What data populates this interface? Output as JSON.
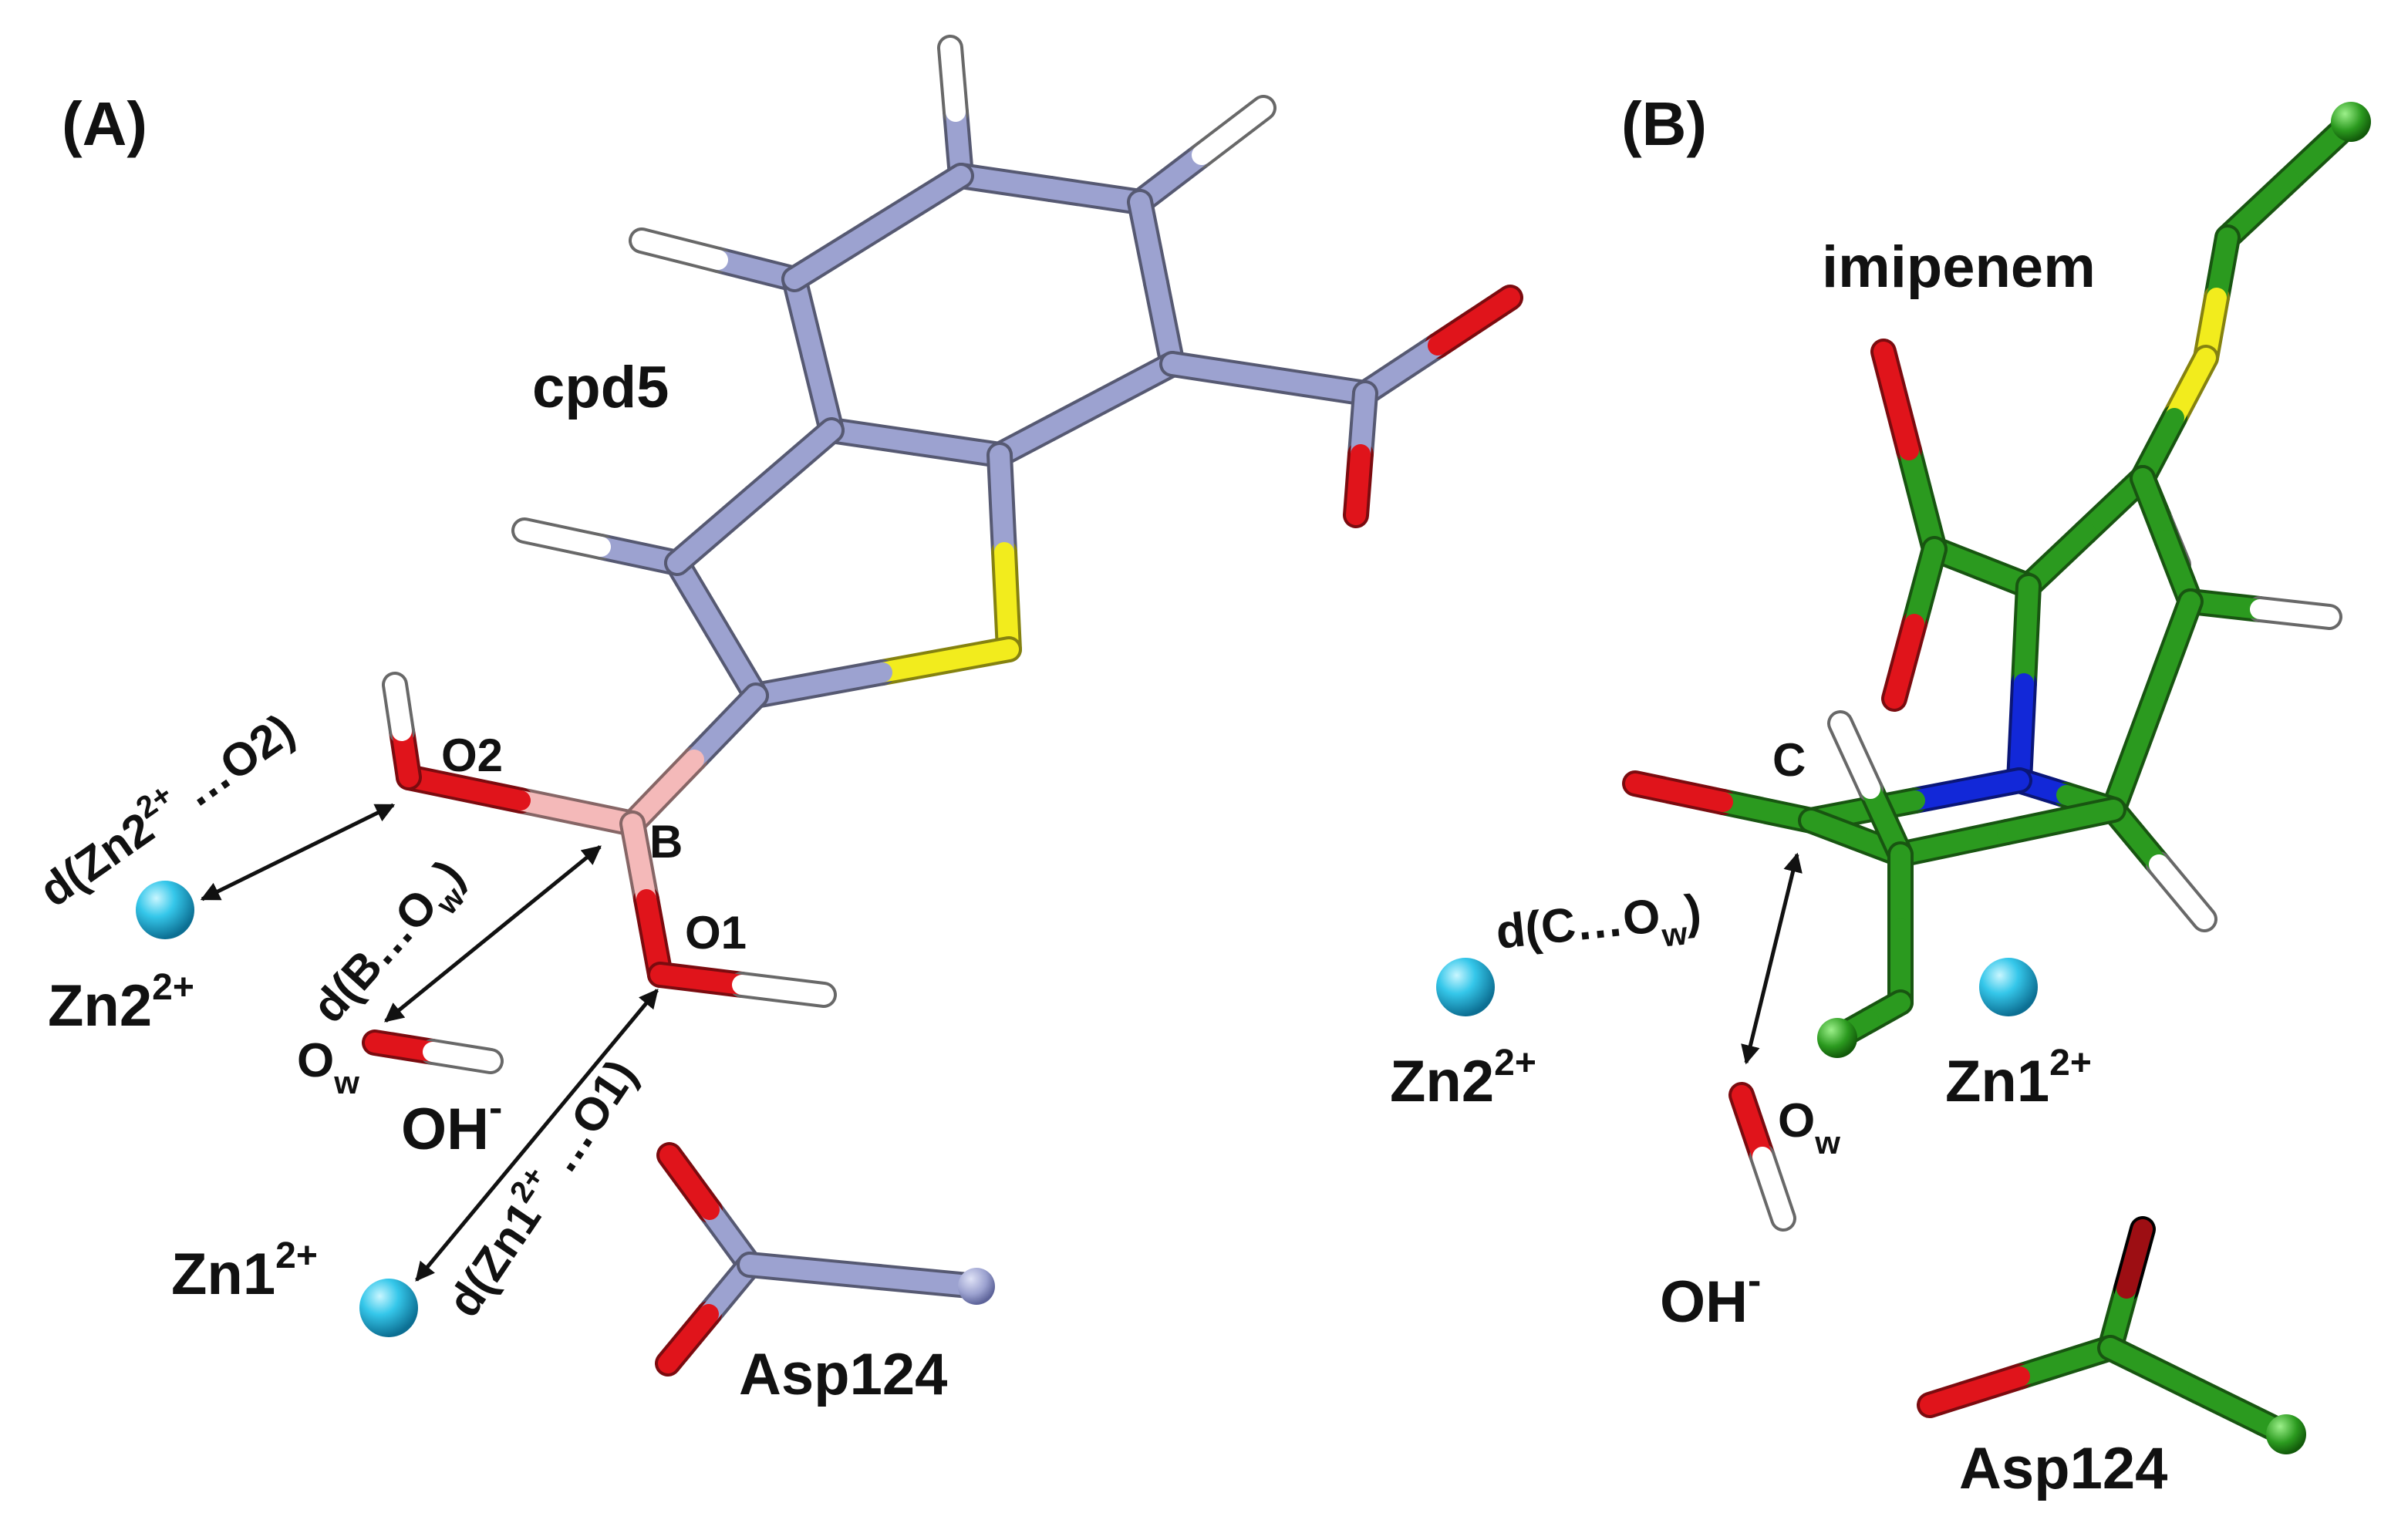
{
  "panels": {
    "A": {
      "panel_label": "(A)",
      "molecule_label": "cpd5",
      "atom_labels": {
        "o2": "O2",
        "b": "B",
        "o1": "O1",
        "ow": "O",
        "ow_sub": "w"
      },
      "ion_labels": {
        "zn2": "Zn2",
        "zn1": "Zn1",
        "charge": "2+",
        "oh": "OH",
        "oh_charge": "-"
      },
      "residue_label": "Asp124",
      "distances": {
        "zn2_o2": {
          "pre": "d(Zn2",
          "sup": "2+",
          "post": " …O2)"
        },
        "b_ow": {
          "pre": "d(B…O",
          "sub": "w",
          "post": ")"
        },
        "zn1_o1": {
          "pre": "d(Zn1",
          "sup": "2+",
          "post": " …O1)"
        }
      }
    },
    "B": {
      "panel_label": "(B)",
      "molecule_label": "imipenem",
      "atom_labels": {
        "c": "C",
        "ow": "O",
        "ow_sub": "w"
      },
      "ion_labels": {
        "zn2": "Zn2",
        "zn1": "Zn1",
        "charge": "2+",
        "oh": "OH",
        "oh_charge": "-"
      },
      "residue_label": "Asp124",
      "distances": {
        "c_ow": {
          "pre": "d(C…O",
          "sub": "w",
          "post": ")"
        }
      }
    }
  },
  "colors": {
    "carbon_cpd5": "#9ca2d0",
    "carbon_imipenem": "#2b9a1f",
    "oxygen": "#e0141b",
    "hydrogen": "#ffffff",
    "sulfur": "#f2ec1d",
    "nitrogen": "#1228d8",
    "boron": "#f4b9b9",
    "zinc": "#32c6e8"
  }
}
